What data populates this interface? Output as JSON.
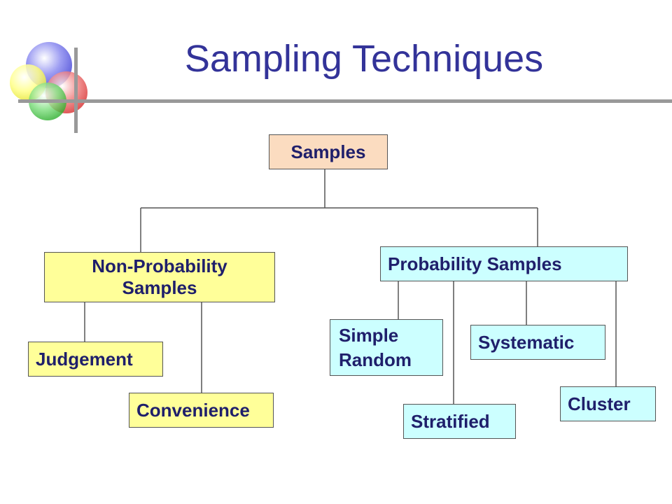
{
  "slide": {
    "title": "Sampling Techniques"
  },
  "diagram": {
    "root": "Samples",
    "non_probability": {
      "label_line1": "Non-Probability",
      "label_line2": "Samples",
      "children": [
        "Judgement",
        "Convenience"
      ]
    },
    "probability": {
      "label": "Probability Samples",
      "children": {
        "simple_line1": "Simple",
        "simple_line2": "Random",
        "systematic": "Systematic",
        "stratified": "Stratified",
        "cluster": "Cluster"
      }
    }
  },
  "colors": {
    "title": "#333399",
    "text": "#1f1f6b",
    "root_fill": "#fbdcc0",
    "non_probability_fill": "#ffff99",
    "probability_fill": "#ccffff",
    "connector": "#555555"
  }
}
